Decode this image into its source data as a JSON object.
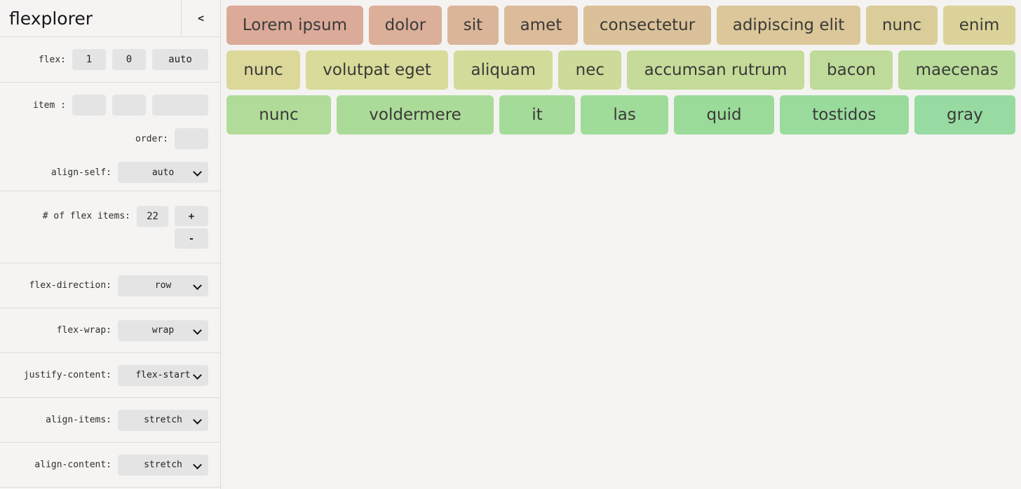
{
  "app": {
    "title": "flexplorer",
    "collapse_icon": "<"
  },
  "sidebar": {
    "flex_row": {
      "label": "flex:",
      "values": [
        "1",
        "0",
        "auto"
      ]
    },
    "item_row": {
      "label": "item :",
      "values": [
        "",
        "",
        ""
      ]
    },
    "order_row": {
      "label": "order:",
      "value": ""
    },
    "align_self": {
      "label": "align-self:",
      "value": "auto"
    },
    "count_row": {
      "label": "# of flex items:",
      "value": "22",
      "increment": "+",
      "decrement": "-"
    },
    "selects": [
      {
        "label": "flex-direction:",
        "value": "row"
      },
      {
        "label": "flex-wrap:",
        "value": "wrap"
      },
      {
        "label": "justify-content:",
        "value": "flex-start"
      },
      {
        "label": "align-items:",
        "value": "stretch"
      },
      {
        "label": "align-content:",
        "value": "stretch"
      }
    ]
  },
  "flex_items": [
    {
      "label": "Lorem ipsum",
      "color": "#dbaa99",
      "row": 1
    },
    {
      "label": "dolor",
      "color": "#dbaf99",
      "row": 1
    },
    {
      "label": "sit",
      "color": "#dbb599",
      "row": 1
    },
    {
      "label": "amet",
      "color": "#dbbb99",
      "row": 1
    },
    {
      "label": "consectetur",
      "color": "#dbc199",
      "row": 1
    },
    {
      "label": "adipiscing elit",
      "color": "#dbc799",
      "row": 1
    },
    {
      "label": "nunc",
      "color": "#dbcd99",
      "row": 1
    },
    {
      "label": "enim",
      "color": "#dbd399",
      "row": 1
    },
    {
      "label": "nunc",
      "color": "#dbd89a",
      "row": 2
    },
    {
      "label": "volutpat eget",
      "color": "#d8db99",
      "row": 2
    },
    {
      "label": "aliquam",
      "color": "#d2db99",
      "row": 2
    },
    {
      "label": "nec",
      "color": "#ccdb99",
      "row": 2
    },
    {
      "label": "accumsan rutrum",
      "color": "#c5db99",
      "row": 2
    },
    {
      "label": "bacon",
      "color": "#bfdb99",
      "row": 2
    },
    {
      "label": "maecenas",
      "color": "#b8db99",
      "row": 2
    },
    {
      "label": "nunc",
      "color": "#b1db99",
      "row": 3
    },
    {
      "label": "voldermere",
      "color": "#abdb99",
      "row": 3
    },
    {
      "label": "it",
      "color": "#a5db99",
      "row": 3
    },
    {
      "label": "las",
      "color": "#9fdb99",
      "row": 3
    },
    {
      "label": "quid",
      "color": "#9adb9a",
      "row": 3
    },
    {
      "label": "tostidos",
      "color": "#99db9d",
      "row": 3
    },
    {
      "label": "gray",
      "color": "#98dba2",
      "row": 3
    }
  ]
}
